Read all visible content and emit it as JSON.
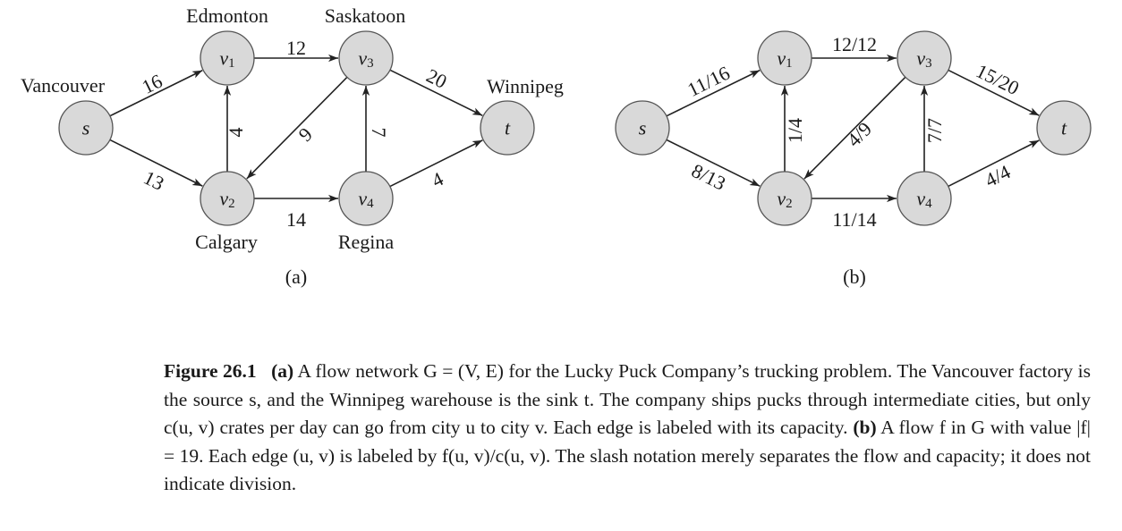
{
  "figure": {
    "panels": [
      {
        "id": "a",
        "label": "(a)",
        "nodes": [
          {
            "id": "s",
            "sym": "s",
            "sub": "",
            "city": "Vancouver"
          },
          {
            "id": "v1",
            "sym": "v",
            "sub": "1",
            "city": "Edmonton"
          },
          {
            "id": "v2",
            "sym": "v",
            "sub": "2",
            "city": "Calgary"
          },
          {
            "id": "v3",
            "sym": "v",
            "sub": "3",
            "city": "Saskatoon"
          },
          {
            "id": "v4",
            "sym": "v",
            "sub": "4",
            "city": "Regina"
          },
          {
            "id": "t",
            "sym": "t",
            "sub": "",
            "city": "Winnipeg"
          }
        ],
        "edges": [
          {
            "from": "s",
            "to": "v1",
            "label": "16"
          },
          {
            "from": "s",
            "to": "v2",
            "label": "13"
          },
          {
            "from": "v2",
            "to": "v1",
            "label": "4"
          },
          {
            "from": "v1",
            "to": "v3",
            "label": "12"
          },
          {
            "from": "v3",
            "to": "v2",
            "label": "9"
          },
          {
            "from": "v2",
            "to": "v4",
            "label": "14"
          },
          {
            "from": "v4",
            "to": "v3",
            "label": "7"
          },
          {
            "from": "v3",
            "to": "t",
            "label": "20"
          },
          {
            "from": "v4",
            "to": "t",
            "label": "4"
          }
        ]
      },
      {
        "id": "b",
        "label": "(b)",
        "nodes": [
          {
            "id": "s",
            "sym": "s",
            "sub": ""
          },
          {
            "id": "v1",
            "sym": "v",
            "sub": "1"
          },
          {
            "id": "v2",
            "sym": "v",
            "sub": "2"
          },
          {
            "id": "v3",
            "sym": "v",
            "sub": "3"
          },
          {
            "id": "v4",
            "sym": "v",
            "sub": "4"
          },
          {
            "id": "t",
            "sym": "t",
            "sub": ""
          }
        ],
        "edges": [
          {
            "from": "s",
            "to": "v1",
            "label": "11/16"
          },
          {
            "from": "s",
            "to": "v2",
            "label": "8/13"
          },
          {
            "from": "v2",
            "to": "v1",
            "label": "1/4"
          },
          {
            "from": "v1",
            "to": "v3",
            "label": "12/12"
          },
          {
            "from": "v3",
            "to": "v2",
            "label": "4/9"
          },
          {
            "from": "v2",
            "to": "v4",
            "label": "11/14"
          },
          {
            "from": "v4",
            "to": "v3",
            "label": "7/7"
          },
          {
            "from": "v3",
            "to": "t",
            "label": "15/20"
          },
          {
            "from": "v4",
            "to": "t",
            "label": "4/4"
          }
        ]
      }
    ]
  },
  "caption": {
    "figure_number": "Figure 26.1",
    "part_a": "(a)",
    "text_a": "A flow network G = (V, E) for the Lucky Puck Company’s trucking problem. The Vancouver factory is the source s, and the Winnipeg warehouse is the sink t. The company ships pucks through intermediate cities, but only c(u, v) crates per day can go from city u to city v. Each edge is labeled with its capacity.",
    "part_b": "(b)",
    "text_b": "A flow f in G with value |f| = 19. Each edge (u, v) is labeled by f(u, v)/c(u, v). The slash notation merely separates the flow and capacity; it does not indicate division."
  }
}
